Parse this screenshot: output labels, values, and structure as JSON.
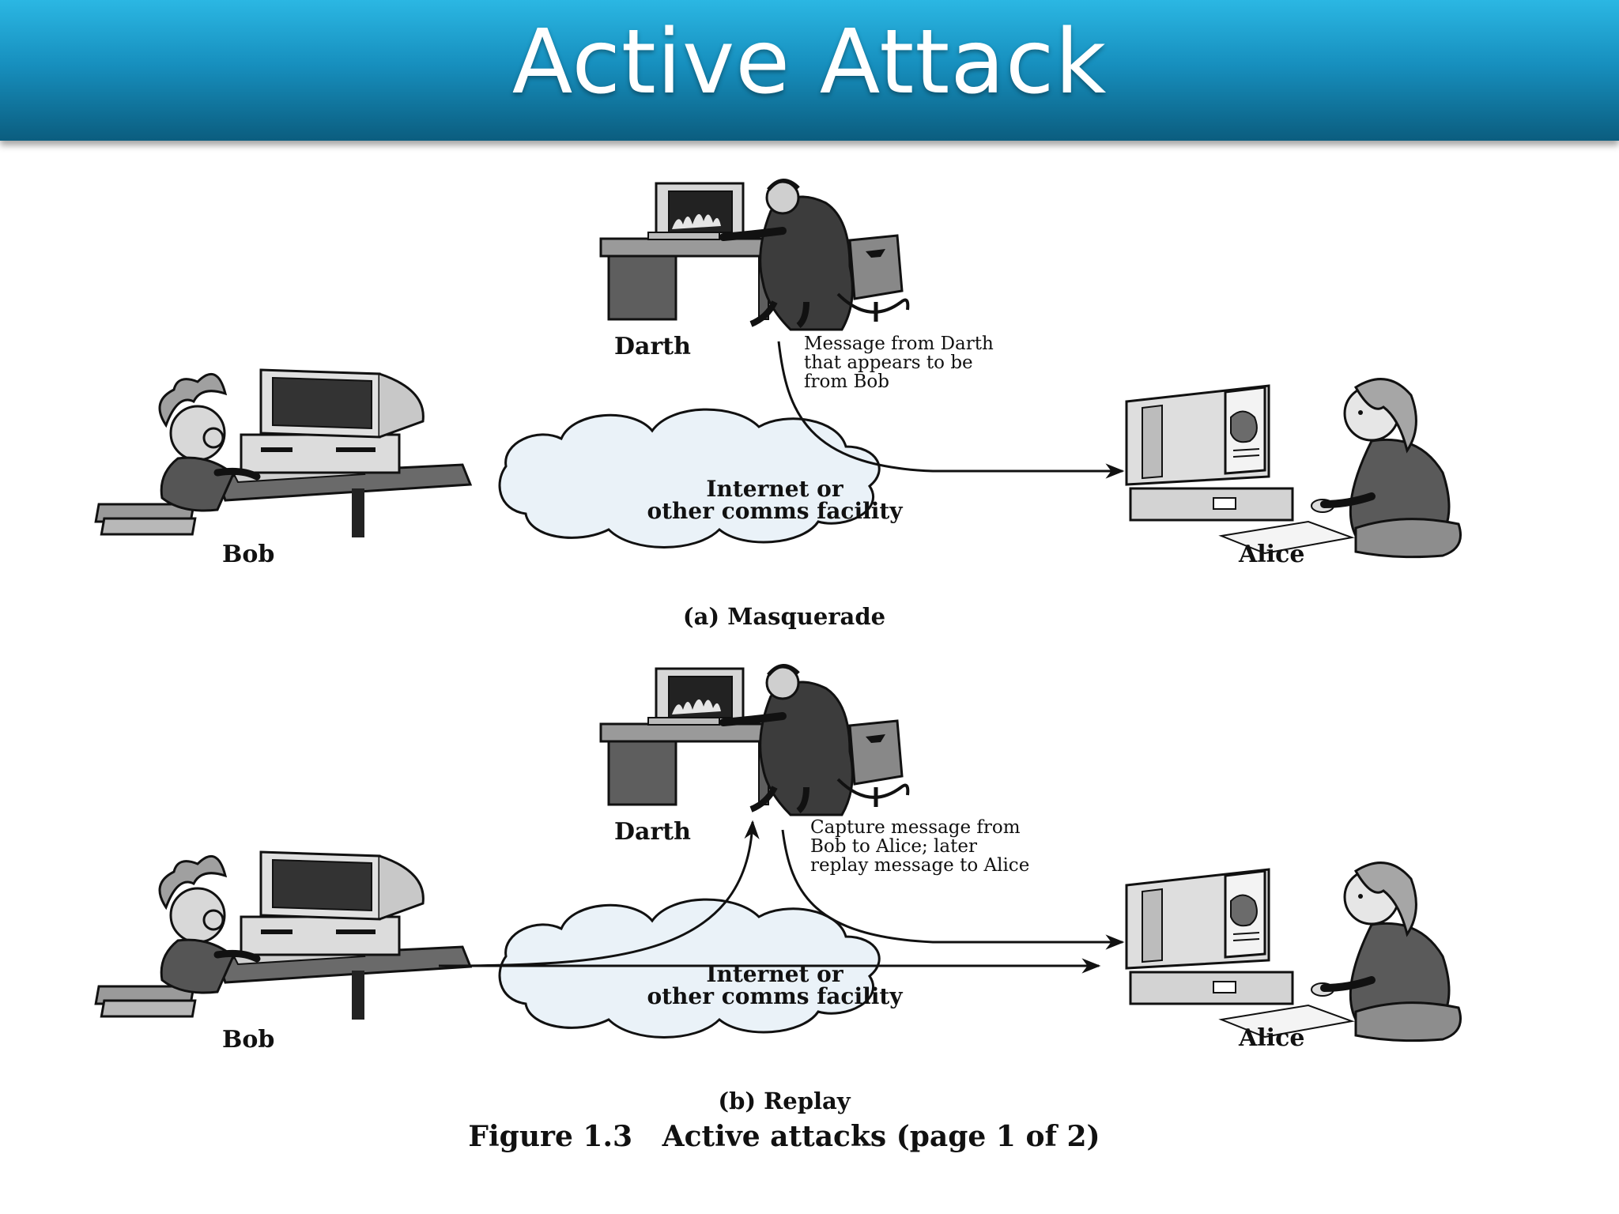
{
  "slide": {
    "title": "Active Attack"
  },
  "panel_a": {
    "darth_label": "Darth",
    "bob_label": "Bob",
    "alice_label": "Alice",
    "note_lines": [
      "Message from Darth",
      "that appears to be",
      "from Bob"
    ],
    "cloud_lines": [
      "Internet or",
      "other comms facility"
    ],
    "caption": "(a) Masquerade"
  },
  "panel_b": {
    "darth_label": "Darth",
    "bob_label": "Bob",
    "alice_label": "Alice",
    "note_lines": [
      "Capture message from",
      "Bob to Alice; later",
      "replay message to Alice"
    ],
    "cloud_lines": [
      "Internet or",
      "other comms facility"
    ],
    "caption": "(b) Replay"
  },
  "figure_caption": "Figure 1.3   Active attacks (page 1 of 2)",
  "icons": {
    "darth": "hacker-at-desk-icon",
    "bob": "user-at-computer-icon",
    "alice": "user-at-computer-icon"
  }
}
